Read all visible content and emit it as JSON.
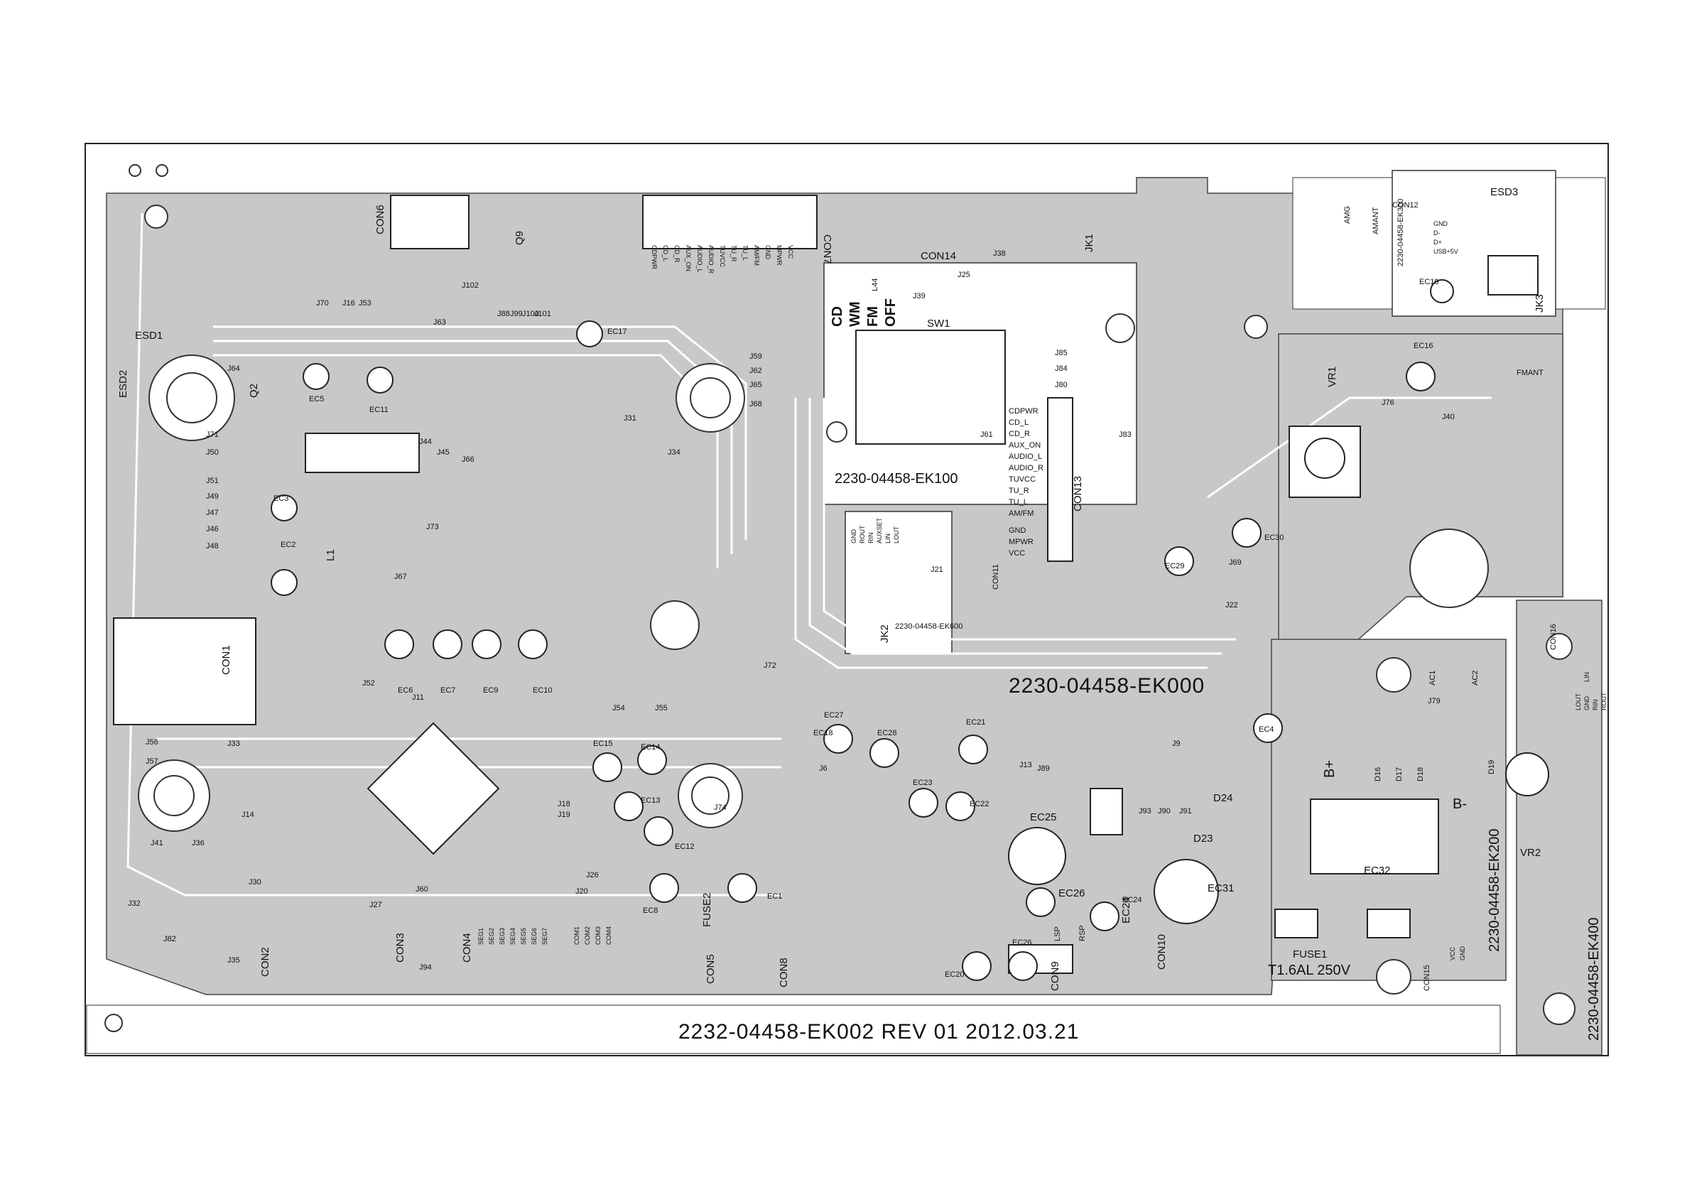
{
  "board_labels": {
    "main_board": "2230-04458-EK000",
    "board_ek100": "2230-04458-EK100",
    "board_ek600": "2230-04458-EK600",
    "board_ek300": "2230-04458-EK300",
    "board_ek200": "2230-04458-EK200",
    "board_ek400": "2230-04458-EK400",
    "footer": "2232-04458-EK002  REV  01  2012.03.21"
  },
  "switch_labels": [
    "CD",
    "WM",
    "FM",
    "OFF"
  ],
  "fuse": {
    "name": "FUSE1",
    "rating": "T1.6AL  250V"
  },
  "con13_pins": [
    "CDPWR",
    "CD_L",
    "CD_R",
    "AUX_ON",
    "AUDIO_L",
    "AUDIO_R",
    "TUVCC",
    "TU_R",
    "TU_L",
    "AM/FM",
    "GND",
    "MPWR",
    "VCC"
  ],
  "con7_pins": [
    "CDPWR",
    "CD_L",
    "CD_R",
    "AUX_ON",
    "AUDIO_L",
    "AUDIO_R",
    "TUVCC",
    "TU_R",
    "TU_L",
    "AM/FM",
    "GND",
    "MPWR",
    "VCC"
  ],
  "con4_pins": [
    "SEG1",
    "SEG2",
    "SEG3",
    "SEG4",
    "SEG5",
    "SEG6",
    "SEG7",
    "COM1",
    "COM2",
    "COM3",
    "COM4"
  ],
  "con12_pins": [
    "GND",
    "D-",
    "D+",
    "USB+5V"
  ],
  "con16_pins": [
    "LOUT",
    "GND",
    "RIN",
    "ROUT",
    "LIN"
  ],
  "aux_pins": [
    "GND",
    "ROUT",
    "RIN",
    "AUXSET",
    "LIN",
    "LOUT"
  ],
  "misc_labels": {
    "esd1": "ESD1",
    "esd2": "ESD2",
    "esd3": "ESD3",
    "b_plus": "B+",
    "b_minus": "B-",
    "amg": "AMG",
    "amant": "AMANT",
    "fmant": "FMANT",
    "jk1": "JK1",
    "jk2": "JK2",
    "jk3": "JK3",
    "sw1": "SW1",
    "vr1": "VR1",
    "vr2": "VR2",
    "ec32": "EC32",
    "ec31": "EC31",
    "ec25": "EC25",
    "ec26": "EC26",
    "ec24": "EC24",
    "q9": "Q9",
    "q2": "Q2",
    "l1": "L1",
    "l44": "L44",
    "con1": "CON1",
    "con2": "CON2",
    "con3": "CON3",
    "con4": "CON4",
    "con5": "CON5",
    "con6": "CON6",
    "con7": "CON7",
    "con8": "CON8",
    "con9": "CON9",
    "con10": "CON10",
    "con11": "CON11",
    "con12": "CON12",
    "con13": "CON13",
    "con14": "CON14",
    "con15": "CON15",
    "con16": "CON16",
    "fuse2": "FUSE2",
    "d24": "D24",
    "d23": "D23",
    "d16": "D16",
    "d17": "D17",
    "d18": "D18",
    "d19": "D19",
    "ac1": "AC1",
    "ac2": "AC2",
    "vcc": "VCC",
    "gnd": "GND",
    "lsp": "LSP",
    "rsp": "RSP"
  },
  "jumper_labels": [
    "J64",
    "J71",
    "J50",
    "J51",
    "J49",
    "J47",
    "J46",
    "J48",
    "J67",
    "J73",
    "J44",
    "J45",
    "J66",
    "J63",
    "J88",
    "J99",
    "J100",
    "J101",
    "J102",
    "J70",
    "J16",
    "J53",
    "J31",
    "J34",
    "J59",
    "J62",
    "J65",
    "J68",
    "J72",
    "J54",
    "J55",
    "J56",
    "J57",
    "J33",
    "J14",
    "J41",
    "J36",
    "J30",
    "J32",
    "J82",
    "J35",
    "J27",
    "J60",
    "J94",
    "J26",
    "J20",
    "J18",
    "J19",
    "J11",
    "J52",
    "J6",
    "J9",
    "J93",
    "J90",
    "J91",
    "J13",
    "J89",
    "J79",
    "J22",
    "J69",
    "J40",
    "J76",
    "J39",
    "J25",
    "J38",
    "J85",
    "J84",
    "J80",
    "J61",
    "J83",
    "J21",
    "J74"
  ],
  "cap_labels": [
    "EC5",
    "EC11",
    "EC3",
    "EC2",
    "EC6",
    "EC7",
    "EC9",
    "EC10",
    "EC17",
    "EC15",
    "EC14",
    "EC13",
    "EC12",
    "EC8",
    "EC1",
    "EC27",
    "EC28",
    "EC21",
    "EC23",
    "EC22",
    "EC4",
    "EC29",
    "EC30",
    "EC16",
    "EC19",
    "EC20",
    "EC26",
    "EC24",
    "EC18"
  ]
}
